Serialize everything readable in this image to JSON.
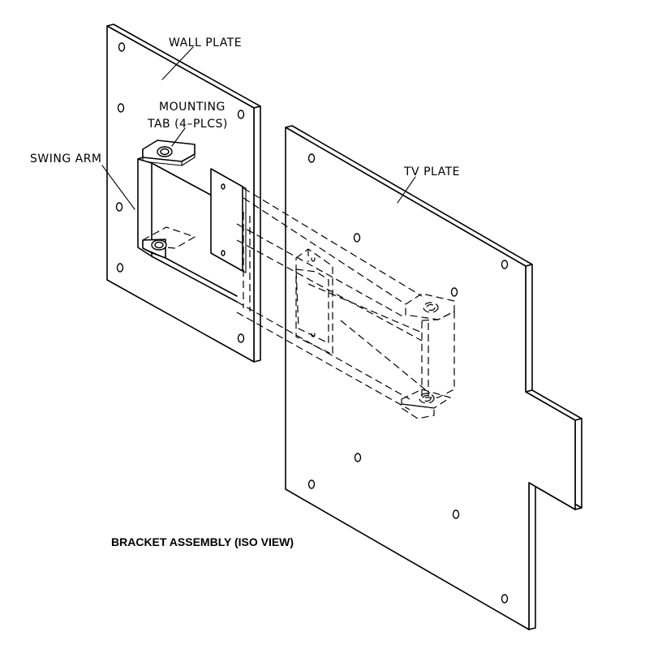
{
  "labels": {
    "wall_plate": "WALL PLATE",
    "mounting_tab_line1": "MOUNTING",
    "mounting_tab_line2": "TAB (4–PLCS)",
    "swing_arm": "SWING ARM",
    "tv_plate": "TV PLATE",
    "title": "BRACKET ASSEMBLY  (ISO VIEW)"
  }
}
